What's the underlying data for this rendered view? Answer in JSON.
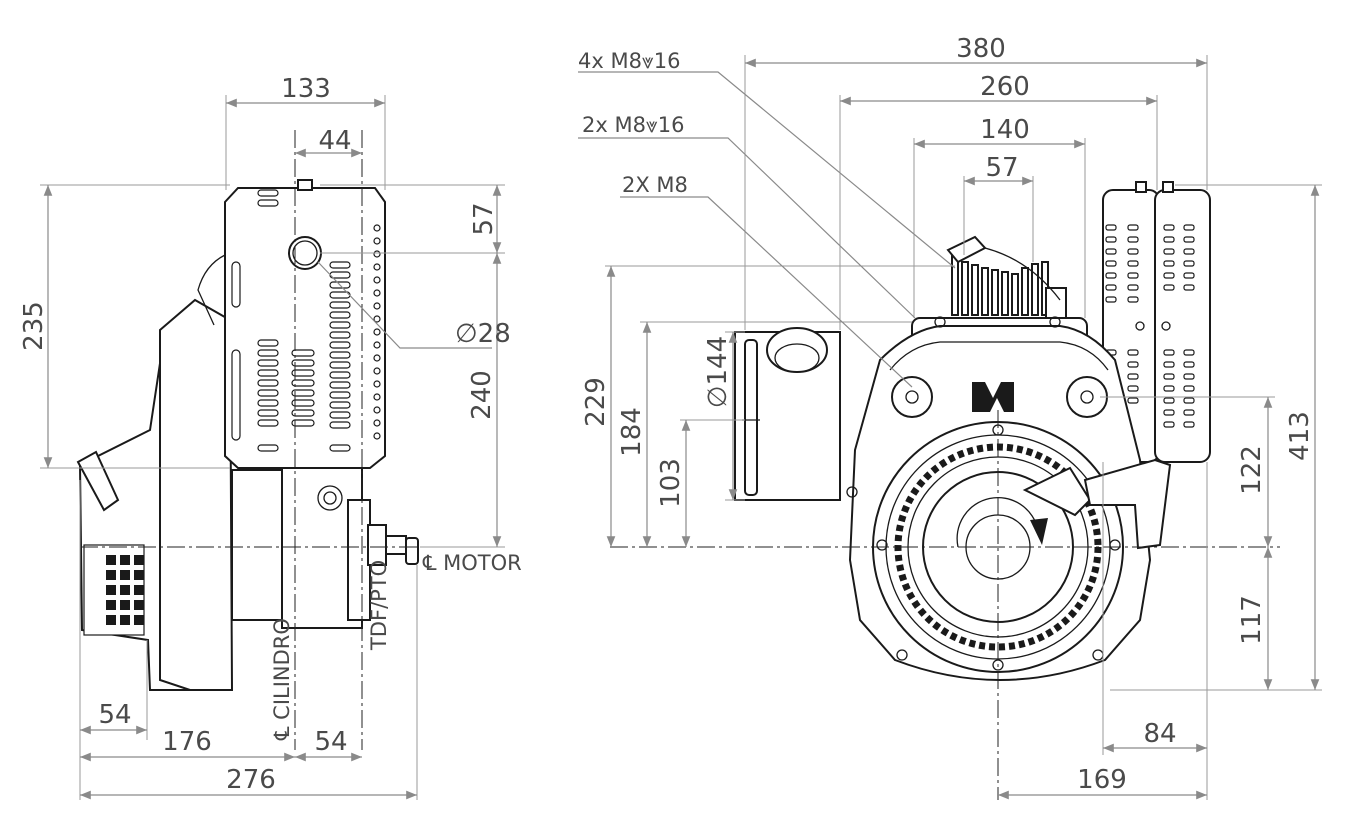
{
  "drawing": {
    "side_view": {
      "dim_top_width": "133",
      "dim_cyl_offset": "44",
      "dim_tank_top": "57",
      "dim_hole": "∅28",
      "dim_tank_height": "235",
      "dim_center_height": "240",
      "dim_bottom_54_left": "54",
      "dim_bottom_176": "176",
      "dim_bottom_54_right": "54",
      "dim_bottom_276": "276",
      "label_motor": "℄ MOTOR",
      "label_cilindro": "℄ CILINDRO",
      "label_pto": "TDF/PTO"
    },
    "front_view": {
      "callout_1": "4x M8⩔16",
      "callout_2": "2x M8⩔16",
      "callout_3": "2X M8",
      "dim_380": "380",
      "dim_260": "260",
      "dim_140": "140",
      "dim_57": "57",
      "dim_229": "229",
      "dim_184": "184",
      "dim_103": "103",
      "dim_filter": "∅144",
      "dim_413": "413",
      "dim_122": "122",
      "dim_117": "117",
      "dim_84": "84",
      "dim_169": "169"
    }
  }
}
